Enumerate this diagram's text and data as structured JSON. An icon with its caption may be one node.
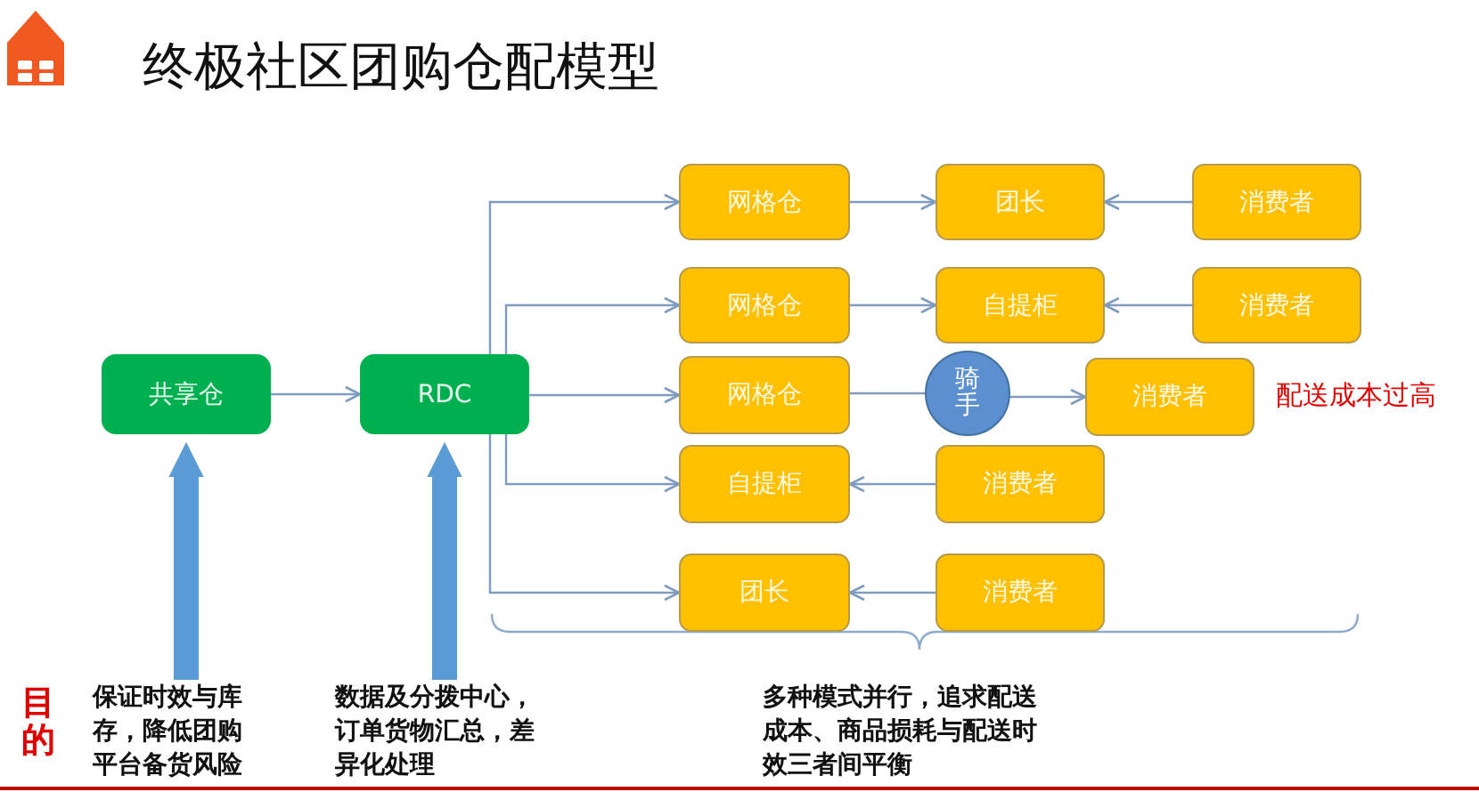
{
  "diagram": {
    "title": "终极社区团购仓配模型",
    "nodes": [
      {
        "text": [
          "共享仓"
        ]
      },
      {
        "text": [
          "RDC"
        ]
      },
      {
        "text": [
          "网格仓"
        ]
      },
      {
        "text": [
          "团长"
        ]
      },
      {
        "text": [
          "消费者"
        ]
      },
      {
        "text": [
          "网格仓"
        ]
      },
      {
        "text": [
          "自提柜"
        ]
      },
      {
        "text": [
          "消费者"
        ]
      },
      {
        "text": [
          "网格仓"
        ]
      },
      {
        "text": [
          "骑手"
        ]
      },
      {
        "text": [
          "消费者"
        ],
        "beside": [
          "配送成本过高"
        ]
      },
      {
        "text": [
          "自提柜"
        ]
      },
      {
        "text": [
          "消费者"
        ]
      },
      {
        "text": [
          "团长"
        ]
      },
      {
        "text": [
          "消费者"
        ]
      },
      {
        "text": [
          "保证时效与库存，降低团购平台备货风险"
        ]
      },
      {
        "text": [
          "数据及分拨中心，订单货物汇总，差异化处理"
        ]
      }
    ],
    "edges": [
      {
        "from": 0,
        "to": 1,
        "arrow": "to"
      },
      {
        "from": 1,
        "to": 2,
        "arrow": "to"
      },
      {
        "from": 1,
        "to": 5,
        "arrow": "to"
      },
      {
        "from": 1,
        "to": 8,
        "arrow": "to"
      },
      {
        "from": 1,
        "to": 11,
        "arrow": "to"
      },
      {
        "from": 1,
        "to": 13,
        "arrow": "to"
      },
      {
        "from": 2,
        "to": 3,
        "arrow": "to"
      },
      {
        "from": 4,
        "to": 3,
        "arrow": "to"
      },
      {
        "from": 5,
        "to": 6,
        "arrow": "to"
      },
      {
        "from": 7,
        "to": 6,
        "arrow": "to"
      },
      {
        "from": 8,
        "to": 9,
        "arrow": "none"
      },
      {
        "from": 9,
        "to": 10,
        "arrow": "to"
      },
      {
        "from": 12,
        "to": 11,
        "arrow": "to"
      },
      {
        "from": 14,
        "to": 13,
        "arrow": "to"
      },
      {
        "from": 15,
        "to": 0,
        "arrow": "to",
        "style": "thick",
        "color": "#5b9bd5"
      },
      {
        "from": 16,
        "to": 1,
        "arrow": "to",
        "style": "thick",
        "color": "#5b9bd5"
      }
    ],
    "labels": [
      "目的",
      "多种模式并行，追求配送成本、商品损耗与配送时效三者间平衡"
    ]
  }
}
